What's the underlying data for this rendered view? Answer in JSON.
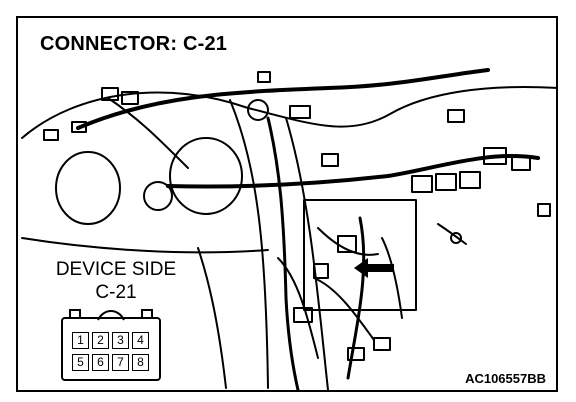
{
  "diagram": {
    "title": "CONNECTOR: C-21",
    "device_side_label": "DEVICE SIDE",
    "connector_label": "C-21",
    "figure_code": "AC106557BB",
    "connector_pins": [
      "1",
      "2",
      "3",
      "4",
      "5",
      "6",
      "7",
      "8"
    ]
  }
}
